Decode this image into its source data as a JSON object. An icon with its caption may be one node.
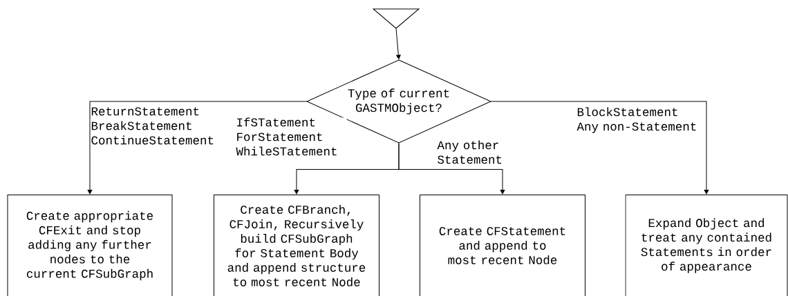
{
  "diagram": {
    "nodes": [
      {
        "text": [],
        "shape": "triangle"
      },
      {
        "text": [
          "Type of current GASTMObject?"
        ]
      },
      {
        "text": [
          "Create appropriate CFExit and stop adding any further nodes to the current CFSubGraph"
        ]
      },
      {
        "text": [
          "Create CFBranch, CFJoin, Recursively build CFSubGraph for Statement Body and append structure to most recent Node"
        ]
      },
      {
        "text": [
          "Create CFStatement and append to most recent Node"
        ]
      },
      {
        "text": [
          "Expand Object and treat any contained Statements in order of appearance"
        ]
      }
    ],
    "edges": [
      {
        "from": 0,
        "to": 1,
        "arrow": "to"
      },
      {
        "from": 1,
        "to": 2,
        "arrow": "to",
        "label": "ReturnStatement BreakStatement ContinueStatement"
      },
      {
        "from": 1,
        "to": 3,
        "arrow": "to",
        "label": "IfSTatement ForStatement WhileSTatement"
      },
      {
        "from": 1,
        "to": 4,
        "arrow": "to",
        "label": "Any other Statement"
      },
      {
        "from": 1,
        "to": 5,
        "arrow": "to",
        "label": "BlockStatement Any non-Statement"
      }
    ]
  }
}
